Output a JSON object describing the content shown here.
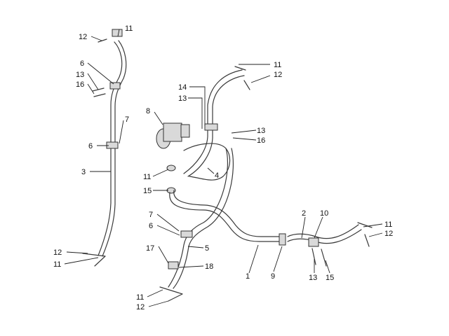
{
  "diagram": {
    "labels": {
      "l_12_tl": "12",
      "l_11_tl": "11",
      "l_6_tl": "6",
      "l_13_tl": "13",
      "l_16_tl": "16",
      "l_7_tl": "7",
      "l_6_ml": "6",
      "l_3": "3",
      "l_12_bl": "12",
      "l_11_bl": "11",
      "l_14": "14",
      "l_13_c": "13",
      "l_8": "8",
      "l_11_tr": "11",
      "l_12_tr": "12",
      "l_13_cr": "13",
      "l_16_cr": "16",
      "l_11_c": "11",
      "l_4": "4",
      "l_15_c": "15",
      "l_7_b": "7",
      "l_6_b": "6",
      "l_5": "5",
      "l_17": "17",
      "l_18": "18",
      "l_11_b": "11",
      "l_12_b": "12",
      "l_1": "1",
      "l_9": "9",
      "l_2": "2",
      "l_10": "10",
      "l_11_r": "11",
      "l_12_r": "12",
      "l_13_br": "13",
      "l_15_br": "15"
    }
  }
}
